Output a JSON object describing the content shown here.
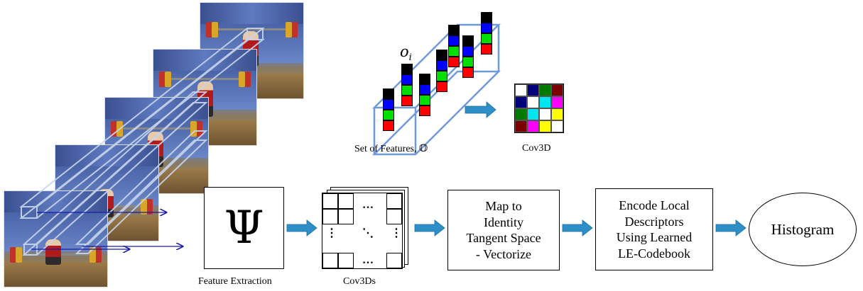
{
  "labels": {
    "feature_extraction": "Feature Extraction",
    "cov3ds": "Cov3Ds",
    "set_of_features": "Set of Features, 𝕆",
    "cov3d": "Cov3D",
    "oi": "o",
    "oi_sub": "i"
  },
  "blocks": {
    "psi": "Ψ",
    "map_line1": "Map to",
    "map_line2": "Identity",
    "map_line3": "Tangent Space",
    "map_line4": "- Vectorize",
    "encode_line1": "Encode Local",
    "encode_line2": "Descriptors",
    "encode_line3": "Using Learned",
    "encode_line4": "LE-Codebook",
    "histogram": "Histogram"
  },
  "matrix_dots": {
    "horizontal": "…",
    "vertical": "⋮",
    "diagonal": "⋱"
  },
  "colors": {
    "arrow": "#2e8fc7",
    "cuboid": "#6f9ad8",
    "link_arrow": "#1a1aa8",
    "feature_stack": [
      "#000000",
      "#0000ff",
      "#00e000",
      "#ff0000"
    ],
    "cov3d_cells": [
      [
        "#ffffff",
        "#00007a",
        "#007a00",
        "#7a0000"
      ],
      [
        "#00007a",
        "#ffffff",
        "#00e5f0",
        "#ff00ff"
      ],
      [
        "#007a00",
        "#00e5f0",
        "#ffffff",
        "#ffff00"
      ],
      [
        "#7a0000",
        "#ff00ff",
        "#ffff00",
        "#ffffff"
      ]
    ]
  }
}
